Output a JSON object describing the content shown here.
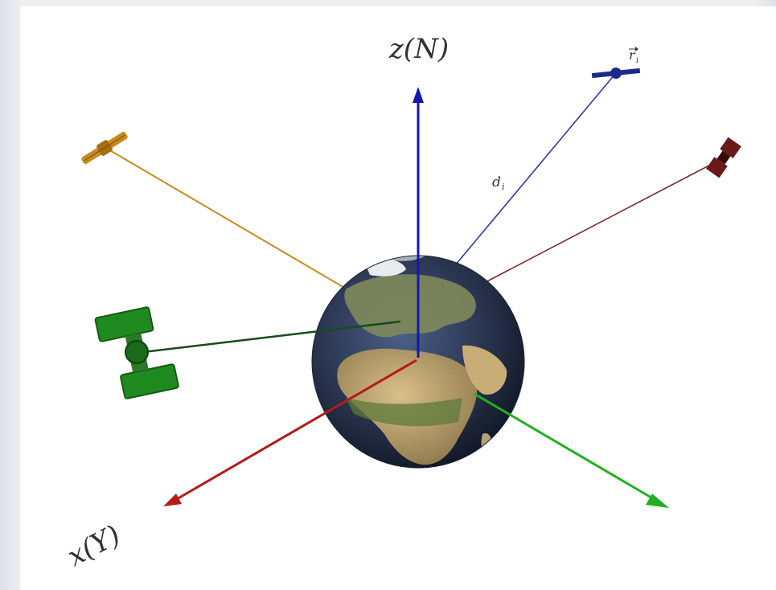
{
  "diagram": {
    "labels": {
      "z_axis": "z(N)",
      "x_axis": "x(Υ)",
      "distance": "d",
      "distance_sub": "i",
      "satellite_vector": "r",
      "satellite_vector_sub": "i"
    },
    "colors": {
      "z_axis": "#1515b0",
      "x_axis": "#b51a1a",
      "y_axis": "#22b022",
      "sat_blue": "#1e2a8a",
      "sat_orange": "#c88a1e",
      "sat_brown": "#6b1a1a",
      "sat_green": "#1f8a1f",
      "earth_ocean": "#2c3a57",
      "earth_land": "#b8a070"
    },
    "satellites": [
      {
        "name": "orange-satellite",
        "color": "#c88a1e"
      },
      {
        "name": "blue-satellite",
        "color": "#1e2a8a"
      },
      {
        "name": "brown-satellite",
        "color": "#6b1a1a"
      },
      {
        "name": "green-satellite",
        "color": "#1f8a1f"
      }
    ]
  }
}
